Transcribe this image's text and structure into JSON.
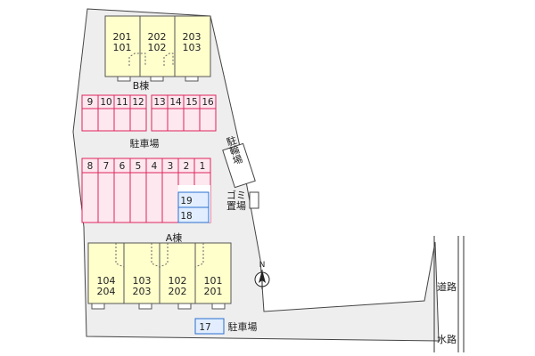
{
  "building_b": {
    "label": "B棟",
    "units": [
      {
        "upper": "201",
        "lower": "101"
      },
      {
        "upper": "202",
        "lower": "102"
      },
      {
        "upper": "203",
        "lower": "103"
      }
    ]
  },
  "building_a": {
    "label": "A棟",
    "units": [
      {
        "upper": "104",
        "lower": "204"
      },
      {
        "upper": "103",
        "lower": "203"
      },
      {
        "upper": "102",
        "lower": "202"
      },
      {
        "upper": "101",
        "lower": "201"
      }
    ]
  },
  "parking_top_left": [
    "9",
    "10",
    "11",
    "12"
  ],
  "parking_top_right": [
    "13",
    "14",
    "15",
    "16"
  ],
  "parking_middle": [
    "8",
    "7",
    "6",
    "5",
    "4",
    "3",
    "2",
    "1"
  ],
  "parking_blue": [
    "19",
    "18"
  ],
  "parking_bottom": [
    "17"
  ],
  "labels": {
    "parking_center": "駐車場",
    "parking_bottom": "駐車場",
    "bicycle_parking": "駐輪場",
    "garbage_1": "ゴミ",
    "garbage_2": "置場",
    "road": "道路",
    "waterway": "水路",
    "north": "N"
  },
  "colors": {
    "building_fill": "#ffffcc",
    "building_stroke": "#555555",
    "parking_stroke": "#e0245e",
    "parking_fill": "#fde8ef",
    "blue_stroke": "#2a6fcf",
    "blue_fill": "#e2eeff",
    "lot_fill": "#eeeeee",
    "lot_stroke": "#444444"
  }
}
